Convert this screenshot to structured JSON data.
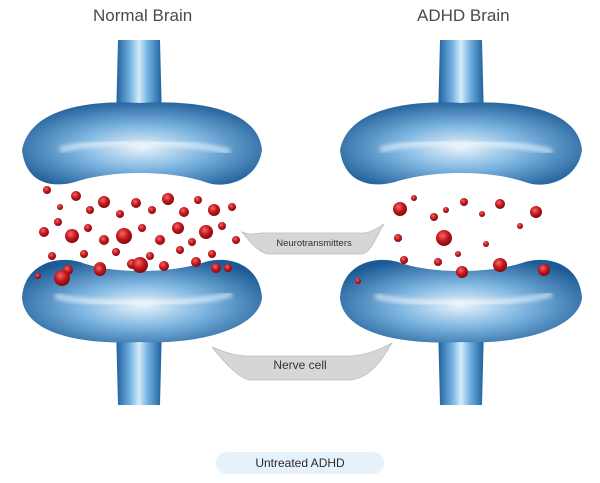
{
  "titles": {
    "left": "Normal Brain",
    "right": "ADHD Brain"
  },
  "labels": {
    "neurotransmitters": "Neurotransmitters",
    "nerve_cell": "Nerve cell"
  },
  "footer": {
    "label": "Untreated ADHD"
  },
  "colors": {
    "synapse_light": "#cfe6f6",
    "synapse_mid": "#6aa8d8",
    "synapse_dark": "#1e5e9a",
    "axon": "#3f8fcc",
    "neurotransmitter": "#c4161c",
    "callout_fill": "#d9d9d9",
    "footer_bg": "#e7f1fa"
  }
}
